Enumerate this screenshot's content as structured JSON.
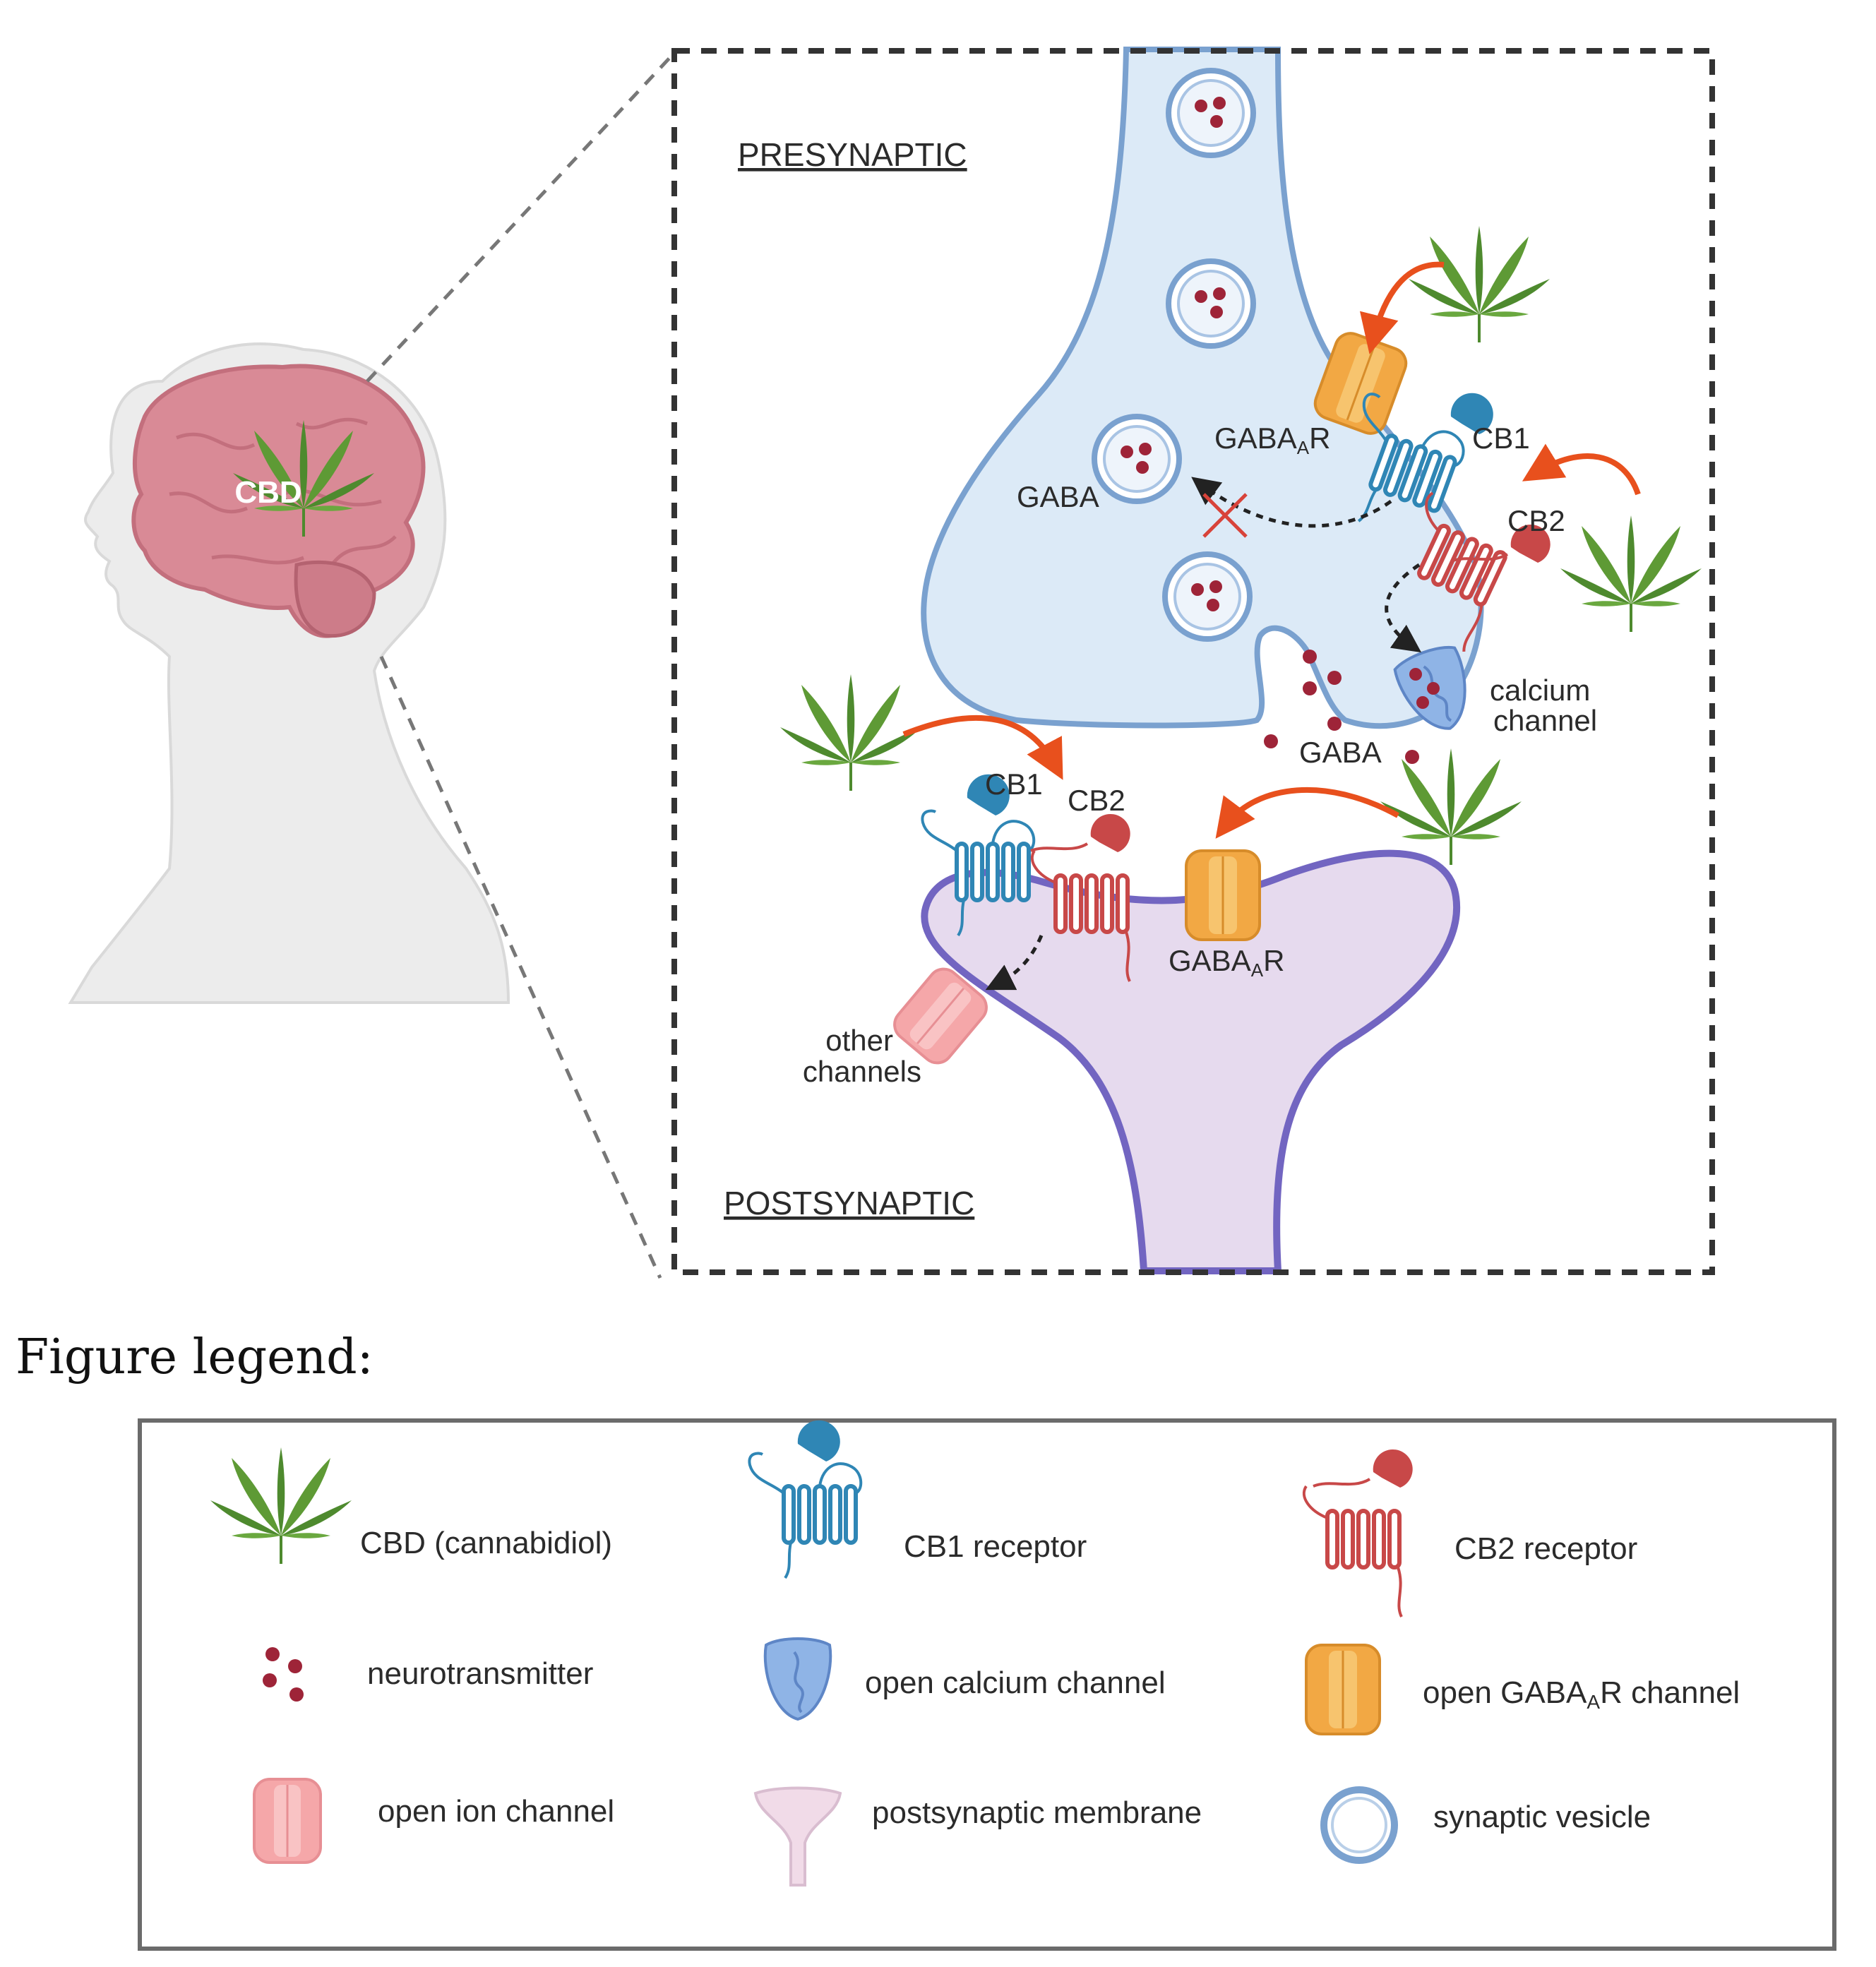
{
  "head": {
    "brain_label": "CBD"
  },
  "synapse": {
    "presynaptic": "PRESYNAPTIC",
    "postsynaptic": "POSTSYNAPTIC",
    "pre_gabaar": "GABA",
    "pre_gabaar_sub": "A",
    "pre_gabaar_tail": "R",
    "pre_cb1": "CB1",
    "pre_cb2": "CB2",
    "pre_gaba": "GABA",
    "calcium_1": "calcium",
    "calcium_2": "channel",
    "cleft_gaba": "GABA",
    "post_cb1": "CB1",
    "post_cb2": "CB2",
    "post_gabaar": "GABA",
    "post_gabaar_sub": "A",
    "post_gabaar_tail": "R",
    "other_1": "other",
    "other_2": "channels"
  },
  "legend": {
    "heading": "Figure legend:",
    "items": [
      {
        "label": "CBD (cannabidiol)"
      },
      {
        "label": "CB1 receptor"
      },
      {
        "label": "CB2 receptor"
      },
      {
        "label": "neurotransmitter"
      },
      {
        "label": "open calcium channel"
      },
      {
        "label": "open GABA",
        "sub": "A",
        "tail": "R channel"
      },
      {
        "label": "open ion channel"
      },
      {
        "label": "postsynaptic membrane"
      },
      {
        "label": "synaptic vesicle"
      }
    ]
  },
  "colors": {
    "leaf": "#4e8a2e",
    "cb1": "#2f86b5",
    "cb2": "#c84848",
    "gabaar": "#f2a844",
    "neurotransmitter": "#9e2438",
    "arrow": "#e8501d",
    "presynaptic_fill": "#dceaf7",
    "postsynaptic_fill": "#e6daee"
  }
}
